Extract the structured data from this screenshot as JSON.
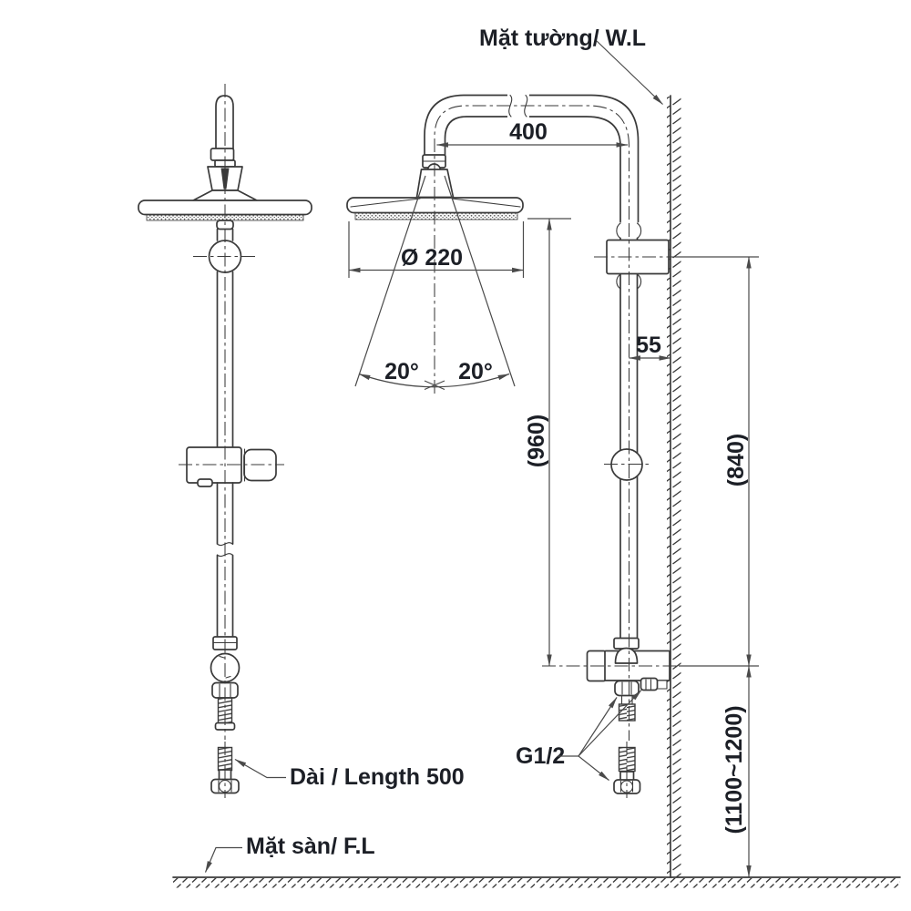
{
  "labels": {
    "wall_surface": "Mặt tường/ W.L",
    "floor_surface": "Mặt sàn/ F.L",
    "thread_size": "G1/2",
    "hose_length": "Dài / Length 500"
  },
  "dimensions": {
    "arm_reach": "400",
    "head_diameter": "Ø 220",
    "spray_angle_left": "20°",
    "spray_angle_right": "20°",
    "head_to_valve_height": "(960)",
    "pipe_to_wall": "55",
    "bracket_to_valve_height": "(840)",
    "valve_above_floor": "(1100~1200)"
  },
  "colors": {
    "line": "#3a3a3a",
    "dim": "#4a4a4a",
    "text": "#1c1f26",
    "background": "#ffffff"
  }
}
